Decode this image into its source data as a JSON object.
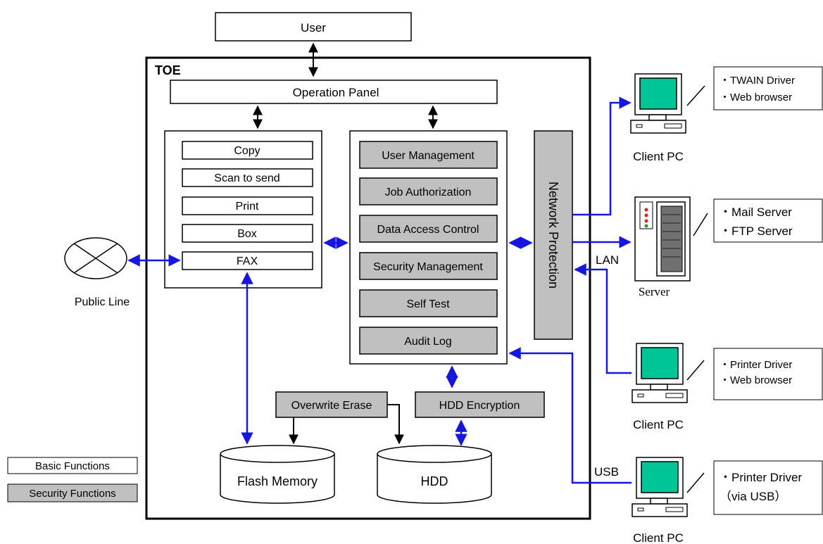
{
  "diagram": {
    "user": "User",
    "toe": "TOE",
    "operation_panel": "Operation Panel",
    "basic_functions": [
      "Copy",
      "Scan to send",
      "Print",
      "Box",
      "FAX"
    ],
    "security_functions": [
      "User Management",
      "Job Authorization",
      "Data Access Control",
      "Security Management",
      "Self Test",
      "Audit Log"
    ],
    "network_protection": "Network Protection",
    "overwrite_erase": "Overwrite Erase",
    "hdd_encryption": "HDD Encryption",
    "flash_memory": "Flash Memory",
    "hdd": "HDD",
    "public_line": "Public Line",
    "lan": "LAN",
    "usb": "USB",
    "server": "Server",
    "client_pc": "Client PC",
    "client1_notes": [
      "・TWAIN Driver",
      "・Web browser"
    ],
    "server_notes": [
      "・Mail Server",
      "・FTP Server"
    ],
    "client2_notes": [
      "・Printer Driver",
      "・Web browser"
    ],
    "client3_notes": [
      "・Printer Driver",
      "（via USB）"
    ],
    "legend": {
      "basic": "Basic Functions",
      "security": "Security Functions"
    }
  },
  "colors": {
    "line": "#000000",
    "link": "#1616e0",
    "security_fill": "#c0c0c0",
    "monitor_screen": "#00c596"
  }
}
